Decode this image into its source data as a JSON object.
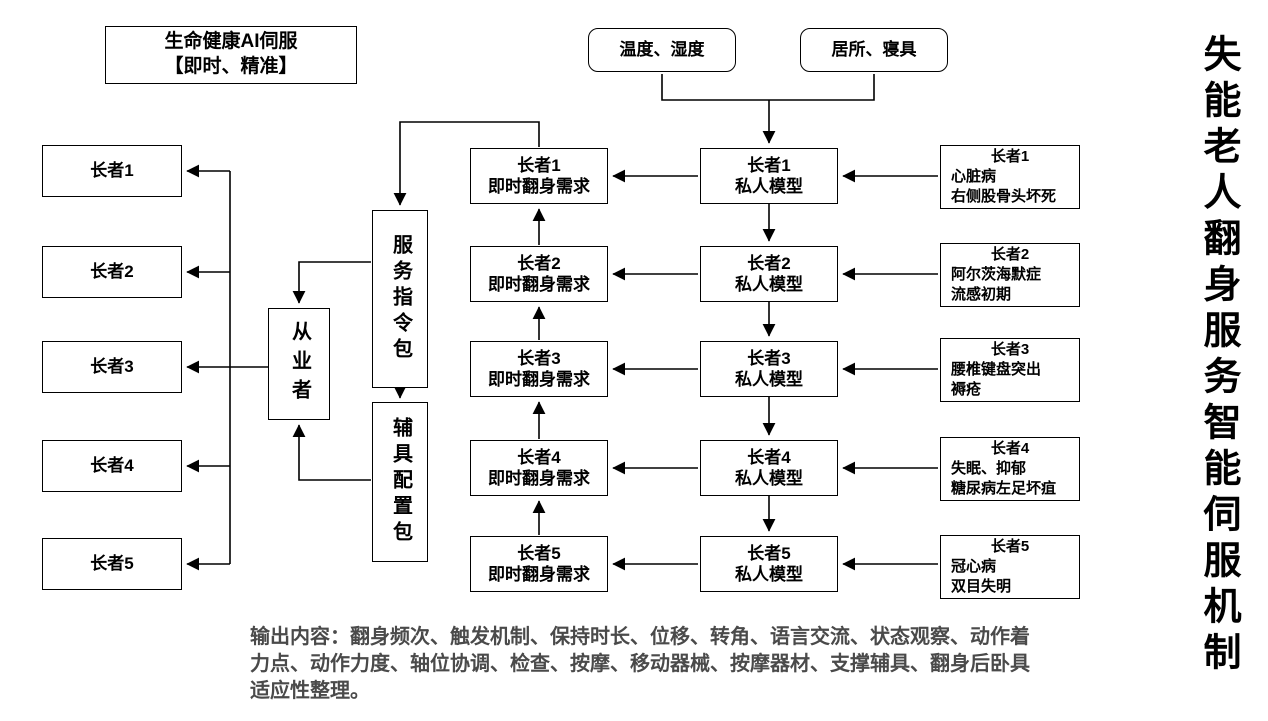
{
  "diagram": {
    "ai_servo": {
      "line1": "生命健康AI伺服",
      "line2": "【即时、精准】"
    },
    "env_inputs": [
      "温度、湿度",
      "居所、寝具"
    ],
    "left_elders": [
      "长者1",
      "长者2",
      "长者3",
      "长者4",
      "长者5"
    ],
    "practitioner": "从业者",
    "service_package": "服务指令包",
    "aid_package": "辅具配置包",
    "demand": [
      {
        "l1": "长者1",
        "l2": "即时翻身需求"
      },
      {
        "l1": "长者2",
        "l2": "即时翻身需求"
      },
      {
        "l1": "长者3",
        "l2": "即时翻身需求"
      },
      {
        "l1": "长者4",
        "l2": "即时翻身需求"
      },
      {
        "l1": "长者5",
        "l2": "即时翻身需求"
      }
    ],
    "models": [
      {
        "l1": "长者1",
        "l2": "私人模型"
      },
      {
        "l1": "长者2",
        "l2": "私人模型"
      },
      {
        "l1": "长者3",
        "l2": "私人模型"
      },
      {
        "l1": "长者4",
        "l2": "私人模型"
      },
      {
        "l1": "长者5",
        "l2": "私人模型"
      }
    ],
    "conditions": [
      {
        "title": "长者1",
        "l1": "心脏病",
        "l2": "右侧股骨头坏死"
      },
      {
        "title": "长者2",
        "l1": "阿尔茨海默症",
        "l2": "流感初期"
      },
      {
        "title": "长者3",
        "l1": "腰椎键盘突出",
        "l2": "褥疮"
      },
      {
        "title": "长者4",
        "l1": "失眠、抑郁",
        "l2": "糖尿病左足坏疽"
      },
      {
        "title": "长者5",
        "l1": "冠心病",
        "l2": "双目失明"
      }
    ],
    "side_title": "失能老人翻身服务智能伺服机制",
    "footer_note": "输出内容：翻身频次、触发机制、保持时长、位移、转角、语言交流、状态观察、动作着力点、动作力度、轴位协调、检查、按摩、移动器械、按摩器材、支撑辅具、翻身后卧具适应性整理。",
    "line_color": "#000000"
  }
}
